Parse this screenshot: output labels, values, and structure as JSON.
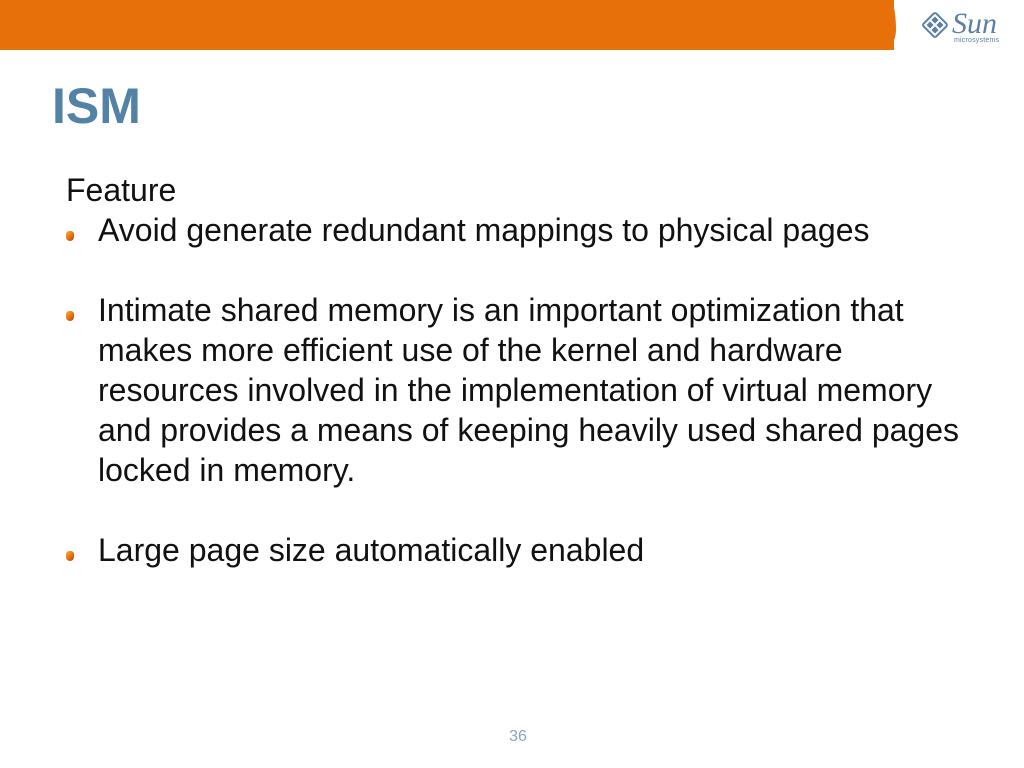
{
  "slide": {
    "title": "ISM",
    "subheading": "Feature",
    "bullets": [
      "Avoid generate redundant mappings to physical pages",
      "Intimate shared memory is an important optimization that makes more efficient use of the kernel and hardware resources involved in the implementation of virtual memory and provides a means of keeping heavily used shared pages locked in memory.",
      "Large page size automatically enabled"
    ],
    "page_number": "36"
  },
  "logo": {
    "word": "Sun",
    "subtitle": "microsystems",
    "icon": "sun-logo-icon"
  },
  "colors": {
    "header_bar": "#e8700a",
    "title": "#5382a7",
    "bullet": "#e8700a",
    "logo": "#5a7fa8",
    "page_number": "#8aa2c4"
  }
}
